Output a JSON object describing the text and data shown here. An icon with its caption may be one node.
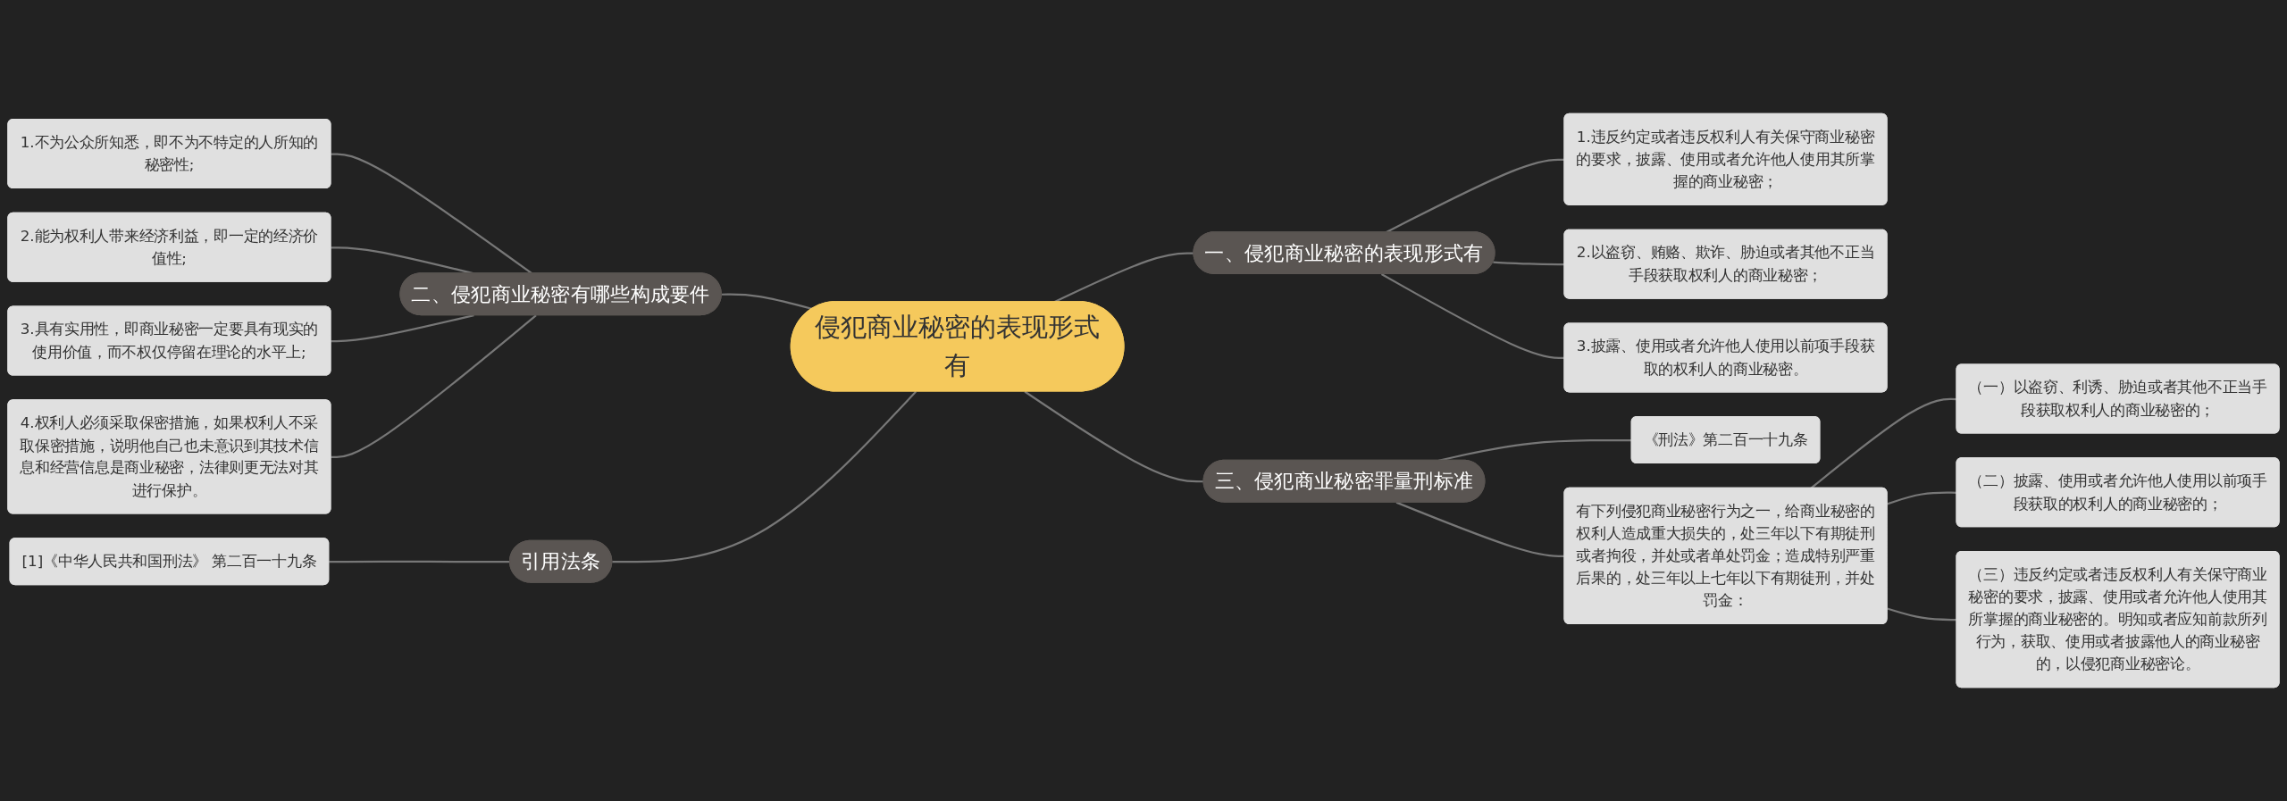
{
  "diagram": {
    "nodes": [
      {
        "text": [
          "侵犯商业秘密的表现形式有"
        ]
      },
      {
        "text": [
          "二、侵犯商业秘密有哪些构成要件"
        ]
      },
      {
        "text": [
          "1.不为公众所知悉，即不为不特定的人所知的秘密性;"
        ]
      },
      {
        "text": [
          "2.能为权利人带来经济利益，即一定的经济价值性;"
        ]
      },
      {
        "text": [
          "3.具有实用性，即商业秘密一定要具有现实的使用价值，而不权仅停留在理论的水平上;"
        ]
      },
      {
        "text": [
          "4.权利人必须采取保密措施，如果权利人不采取保密措施，说明他自己也未意识到其技术信息和经营信息是商业秘密，法律则更无法对其进行保护。"
        ]
      },
      {
        "text": [
          "引用法条"
        ]
      },
      {
        "text": [
          "[1]《中华人民共和国刑法》 第二百一十九条"
        ]
      },
      {
        "text": [
          "一、侵犯商业秘密的表现形式有"
        ]
      },
      {
        "text": [
          "1.违反约定或者违反权利人有关保守商业秘密的要求，披露、使用或者允许他人使用其所掌握的商业秘密；"
        ]
      },
      {
        "text": [
          "2.以盗窃、贿赂、欺诈、胁迫或者其他不正当手段获取权利人的商业秘密；"
        ]
      },
      {
        "text": [
          "3.披露、使用或者允许他人使用以前项手段获取的权利人的商业秘密。"
        ]
      },
      {
        "text": [
          "三、侵犯商业秘密罪量刑标准"
        ]
      },
      {
        "text": [
          "《刑法》第二百一十九条"
        ]
      },
      {
        "text": [
          "有下列侵犯商业秘密行为之一，给商业秘密的权利人造成重大损失的，处三年以下有期徒刑或者拘役，并处或者单处罚金；造成特别严重后果的，处三年以上七年以下有期徒刑，并处罚金："
        ]
      },
      {
        "text": [
          "（一）以盗窃、利诱、胁迫或者其他不正当手段获取权利人的商业秘密的；"
        ]
      },
      {
        "text": [
          "（二）披露、使用或者允许他人使用以前项手段获取的权利人的商业秘密的；"
        ]
      },
      {
        "text": [
          "（三）违反约定或者违反权利人有关保守商业秘密的要求，披露、使用或者允许他人使用其所掌握的商业秘密的。明知或者应知前款所列行为，获取、使用或者披露他人的商业秘密的，以侵犯商业秘密论。"
        ]
      }
    ],
    "edges": [
      {
        "from": 2,
        "to": 1,
        "arrow": "none"
      },
      {
        "from": 3,
        "to": 1,
        "arrow": "none"
      },
      {
        "from": 4,
        "to": 1,
        "arrow": "none"
      },
      {
        "from": 5,
        "to": 1,
        "arrow": "none"
      },
      {
        "from": 1,
        "to": 0,
        "arrow": "none"
      },
      {
        "from": 7,
        "to": 6,
        "arrow": "none"
      },
      {
        "from": 6,
        "to": 0,
        "arrow": "none"
      },
      {
        "from": 0,
        "to": 8,
        "arrow": "none"
      },
      {
        "from": 8,
        "to": 9,
        "arrow": "none"
      },
      {
        "from": 8,
        "to": 10,
        "arrow": "none"
      },
      {
        "from": 8,
        "to": 11,
        "arrow": "none"
      },
      {
        "from": 0,
        "to": 12,
        "arrow": "none"
      },
      {
        "from": 12,
        "to": 13,
        "arrow": "none"
      },
      {
        "from": 12,
        "to": 14,
        "arrow": "none"
      },
      {
        "from": 14,
        "to": 15,
        "arrow": "none"
      },
      {
        "from": 14,
        "to": 16,
        "arrow": "none"
      },
      {
        "from": 14,
        "to": 17,
        "arrow": "none"
      }
    ]
  }
}
